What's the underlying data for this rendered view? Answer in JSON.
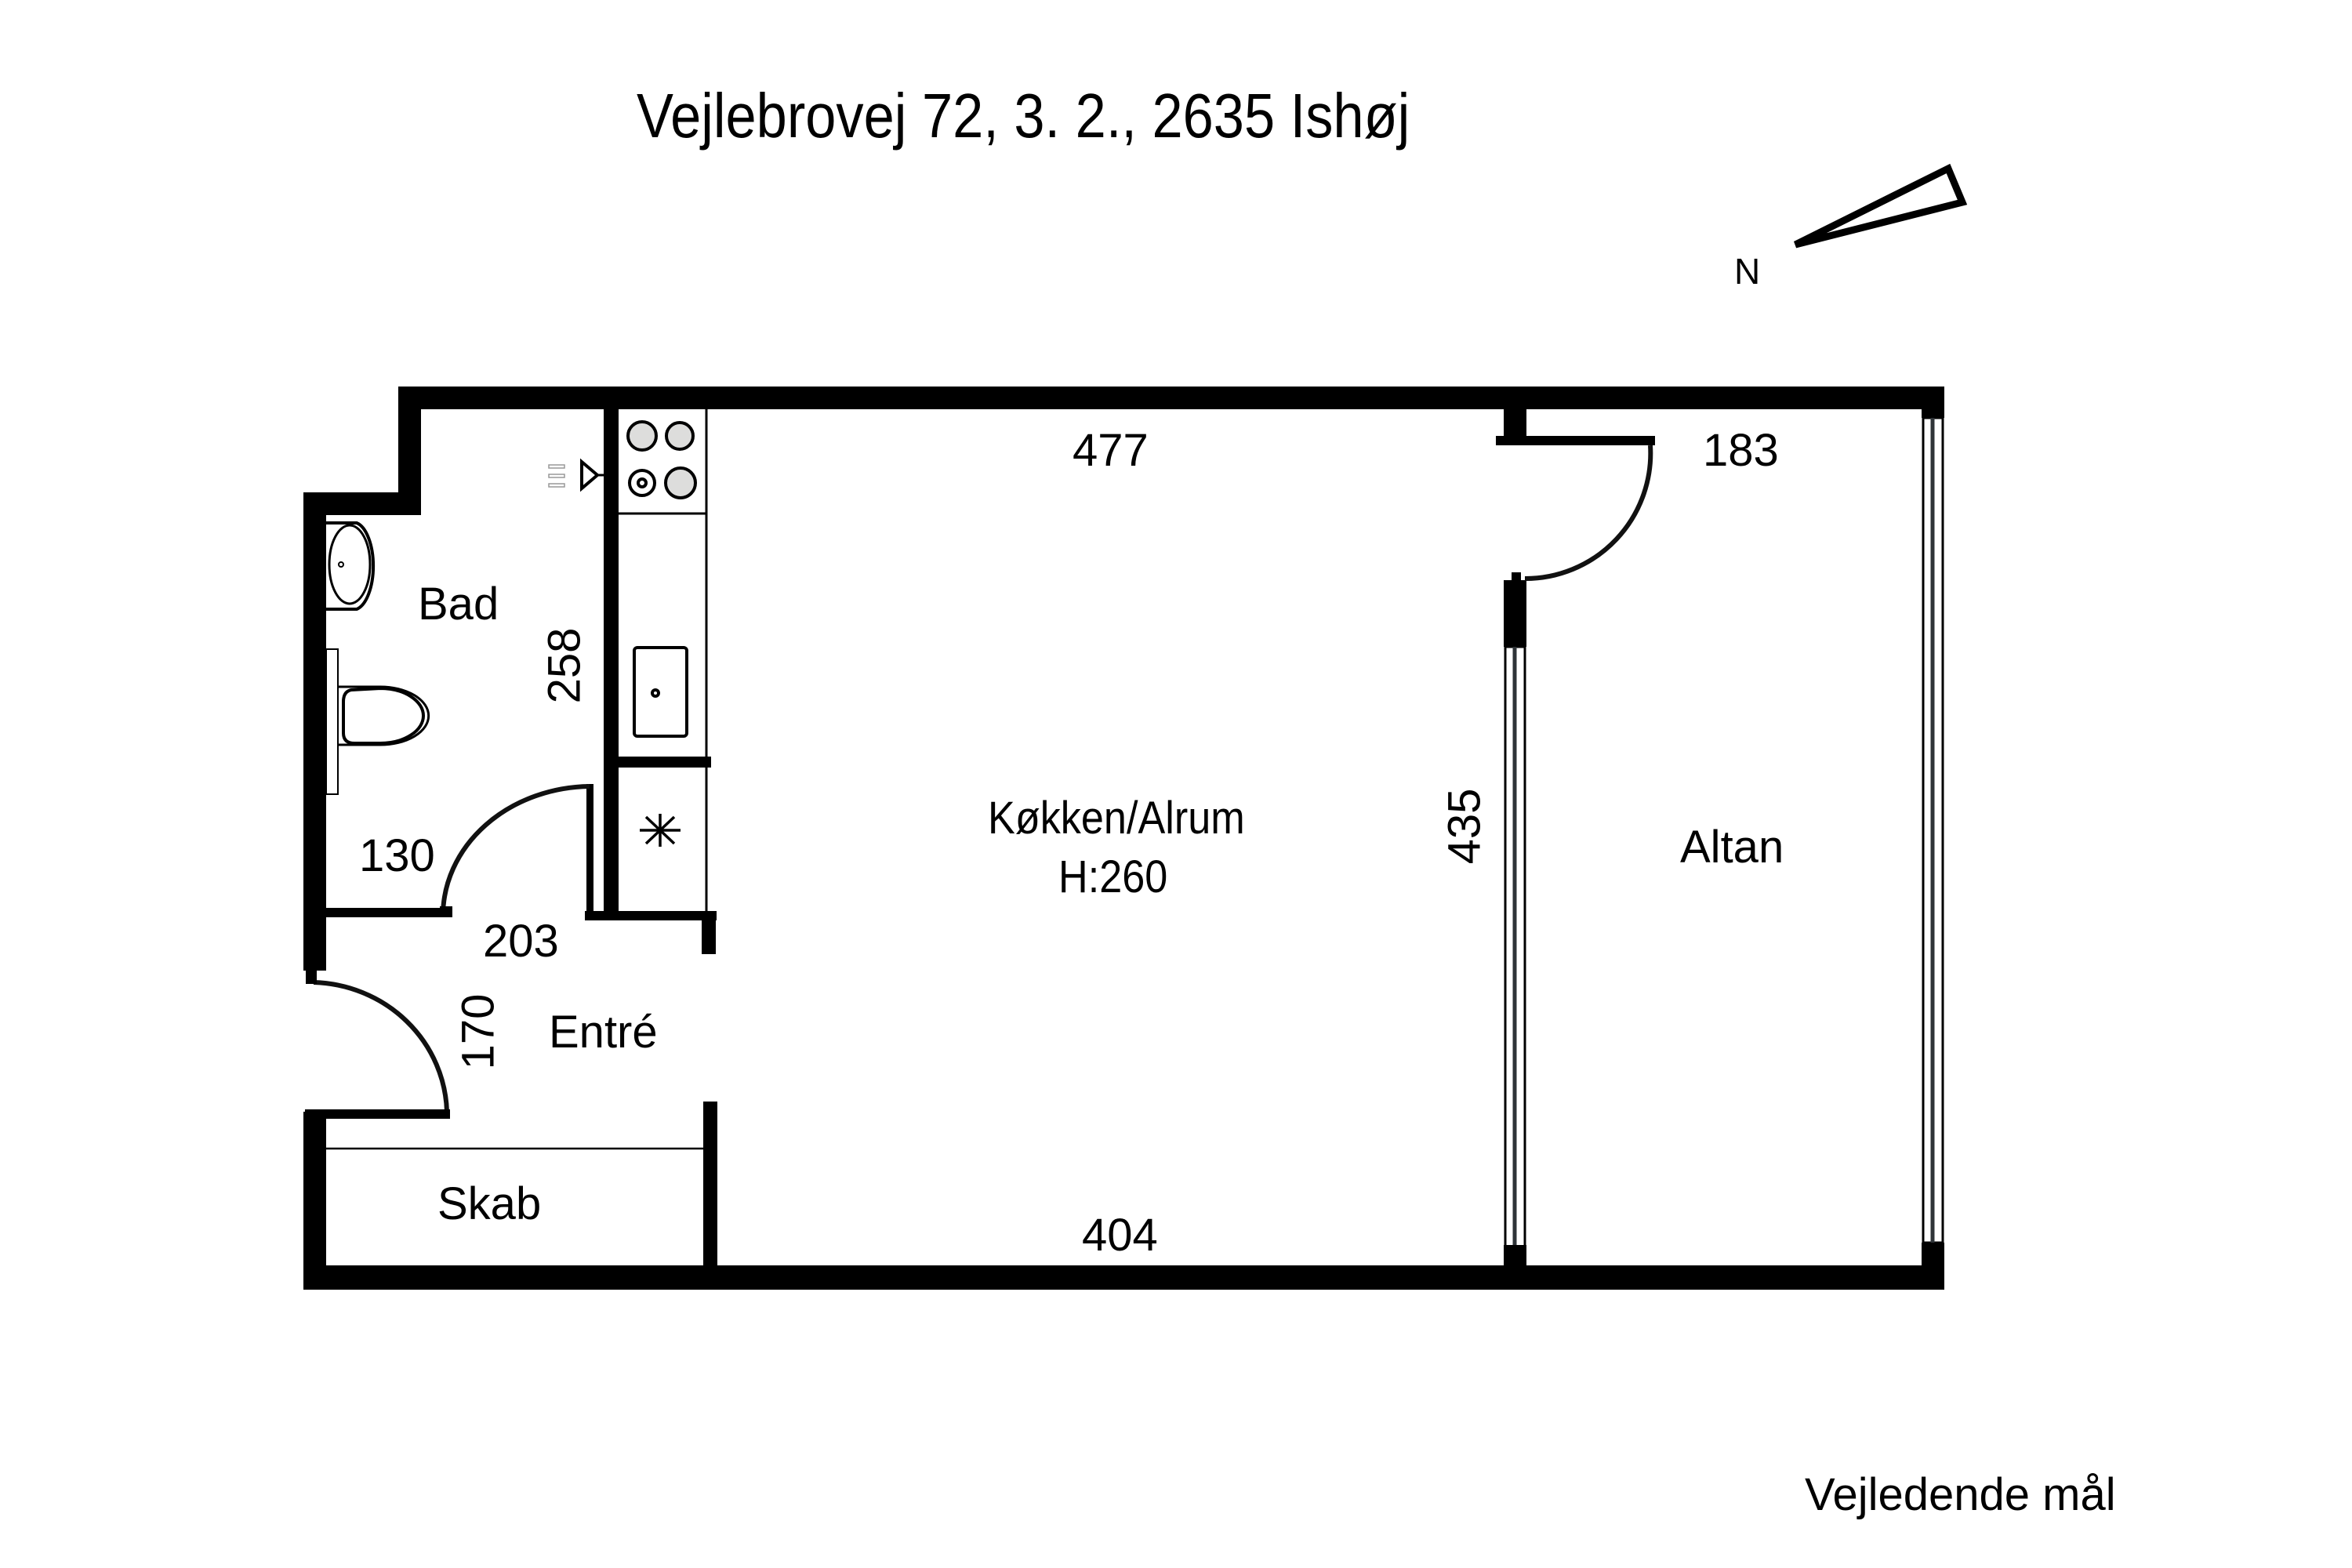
{
  "title": "Vejlebrovej 72, 3. 2., 2635 Ishøj",
  "compass": {
    "label": "N",
    "icon": "north-arrow-icon"
  },
  "rooms": {
    "bad": {
      "label": "Bad"
    },
    "kitchen": {
      "label": "Køkken/Alrum",
      "height_label": "H:260"
    },
    "entre": {
      "label": "Entré"
    },
    "skab": {
      "label": "Skab"
    },
    "altan": {
      "label": "Altan"
    }
  },
  "dimensions": {
    "kitchen_top": "477",
    "kitchen_bottom": "404",
    "kitchen_height": "435",
    "altan_top": "183",
    "bad_height": "258",
    "bad_width": "130",
    "entre_width": "203",
    "entre_height": "170"
  },
  "footer": {
    "note": "Vejledende mål"
  }
}
